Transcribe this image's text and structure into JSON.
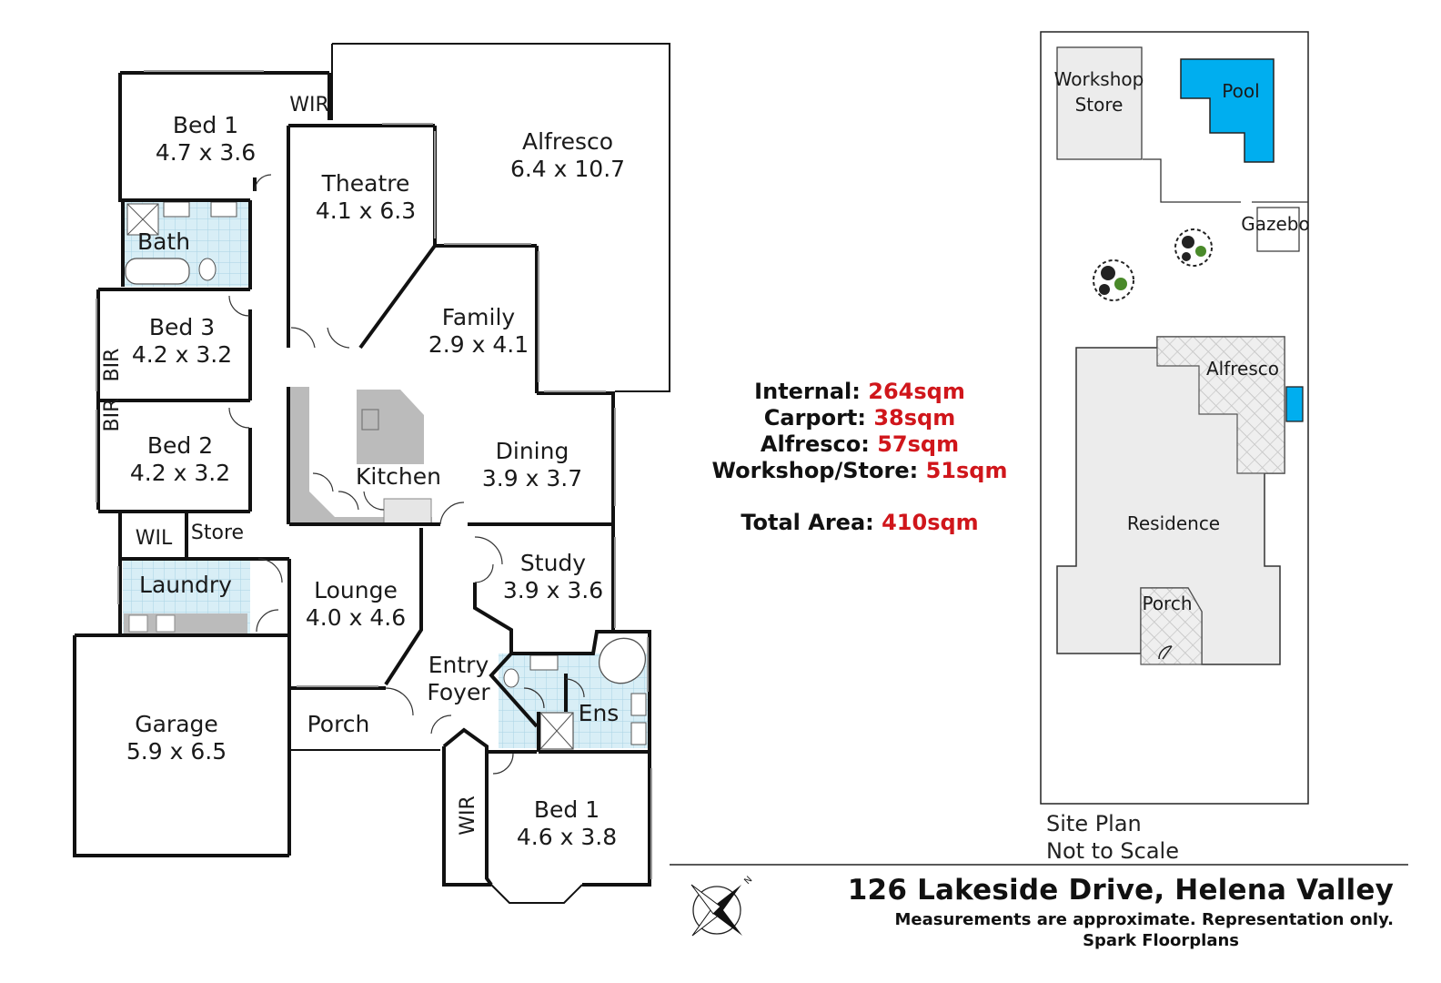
{
  "rooms": {
    "bed1_top": {
      "name": "Bed 1",
      "size": "4.7 x 3.6"
    },
    "wir_top": {
      "name": "WIR"
    },
    "theatre": {
      "name": "Theatre",
      "size": "4.1 x 6.3"
    },
    "alfresco": {
      "name": "Alfresco",
      "size": "6.4 x 10.7"
    },
    "bath": {
      "name": "Bath"
    },
    "family": {
      "name": "Family",
      "size": "2.9 x 4.1"
    },
    "bed3": {
      "name": "Bed 3",
      "size": "4.2 x 3.2"
    },
    "bir1": {
      "name": "BIR"
    },
    "bir2": {
      "name": "BIR"
    },
    "bed2": {
      "name": "Bed 2",
      "size": "4.2 x 3.2"
    },
    "kitchen": {
      "name": "Kitchen"
    },
    "dining": {
      "name": "Dining",
      "size": "3.9 x 3.7"
    },
    "wil": {
      "name": "WIL"
    },
    "store": {
      "name": "Store"
    },
    "study": {
      "name": "Study",
      "size": "3.9 x 3.6"
    },
    "laundry": {
      "name": "Laundry"
    },
    "lounge": {
      "name": "Lounge",
      "size": "4.0 x 4.6"
    },
    "entry": {
      "name": "Entry",
      "size": "Foyer"
    },
    "ens": {
      "name": "Ens"
    },
    "garage": {
      "name": "Garage",
      "size": "5.9 x 6.5"
    },
    "porch": {
      "name": "Porch"
    },
    "wir_bottom": {
      "name": "WIR"
    },
    "bed1_bottom": {
      "name": "Bed 1",
      "size": "4.6 x 3.8"
    }
  },
  "areas": {
    "internal": {
      "label": "Internal:",
      "value": "264sqm"
    },
    "carport": {
      "label": "Carport:",
      "value": "38sqm"
    },
    "alfresco": {
      "label": "Alfresco:",
      "value": "57sqm"
    },
    "workshop": {
      "label": "Workshop/Store:",
      "value": "51sqm"
    },
    "total": {
      "label": "Total Area:",
      "value": "410sqm"
    }
  },
  "site_plan": {
    "workshop": "Workshop",
    "store": "Store",
    "pool": "Pool",
    "gazebo": "Gazebo",
    "alfresco": "Alfresco",
    "residence": "Residence",
    "porch": "Porch",
    "caption_1": "Site Plan",
    "caption_2": "Not to Scale"
  },
  "title": {
    "address": "126 Lakeside Drive, Helena Valley",
    "disclaimer": "Measurements are approximate.  Representation only.",
    "company": "Spark Floorplans"
  },
  "compass": {
    "north": "N"
  },
  "colors": {
    "area_value": "#d0161b",
    "pool": "#00aeef",
    "tile": "#d8eef6",
    "counter": "#bbbbbb",
    "hatch": "#e6e6e6"
  }
}
